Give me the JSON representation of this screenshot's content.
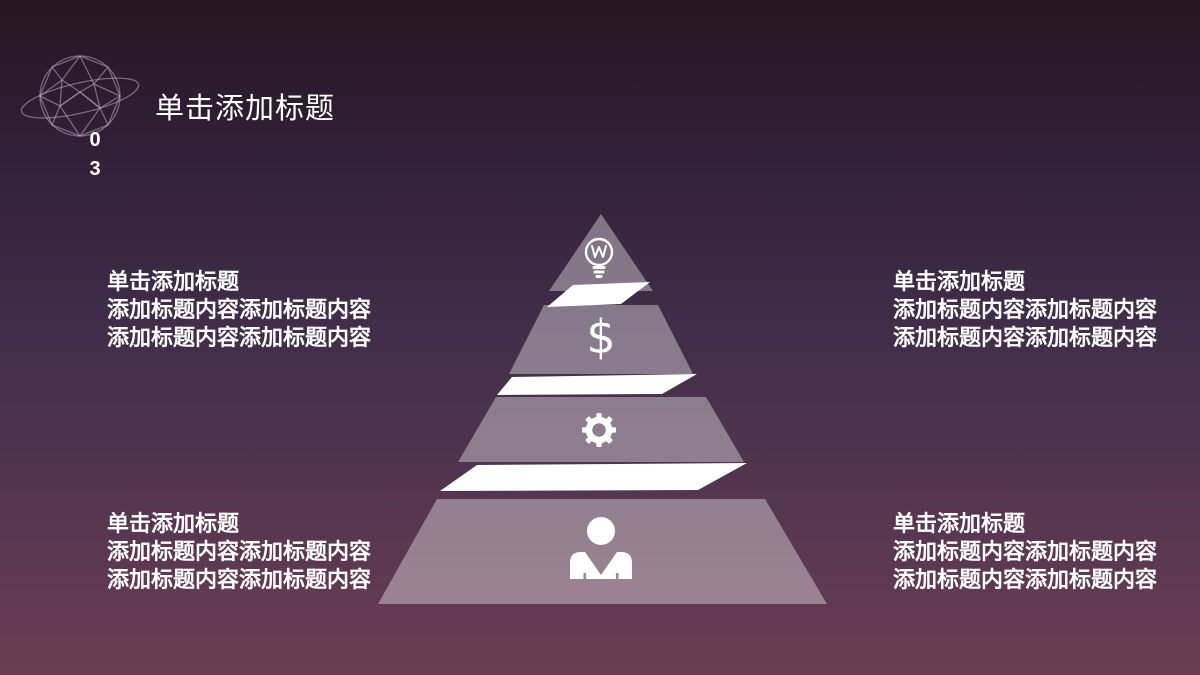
{
  "slide": {
    "title": "单击添加标题",
    "page_digits": [
      "0",
      "3"
    ]
  },
  "text_blocks": {
    "top_left": {
      "heading": "单击添加标题",
      "lines": [
        "添加标题内容添加标题内容",
        "添加标题内容添加标题内容"
      ]
    },
    "top_right": {
      "heading": "单击添加标题",
      "lines": [
        "添加标题内容添加标题内容",
        "添加标题内容添加标题内容"
      ]
    },
    "bottom_left": {
      "heading": "单击添加标题",
      "lines": [
        "添加标题内容添加标题内容",
        "添加标题内容添加标题内容"
      ]
    },
    "bottom_right": {
      "heading": "单击添加标题",
      "lines": [
        "添加标题内容添加标题内容",
        "添加标题内容添加标题内容"
      ]
    }
  },
  "pyramid": {
    "dollar_symbol": "$",
    "levels": [
      {
        "icon": "lightbulb-icon"
      },
      {
        "icon": "dollar-icon"
      },
      {
        "icon": "gear-icon"
      },
      {
        "icon": "person-icon"
      }
    ]
  },
  "icons": {
    "corner": "globe-wireframe-icon"
  },
  "colors": {
    "background_top": "#271621",
    "background_mid": "#422e4a",
    "background_bottom": "#6a3d52",
    "tier_fill": "rgba(255,255,255,0.37)",
    "band_fill": "#ffffff",
    "text": "#ffffff"
  }
}
